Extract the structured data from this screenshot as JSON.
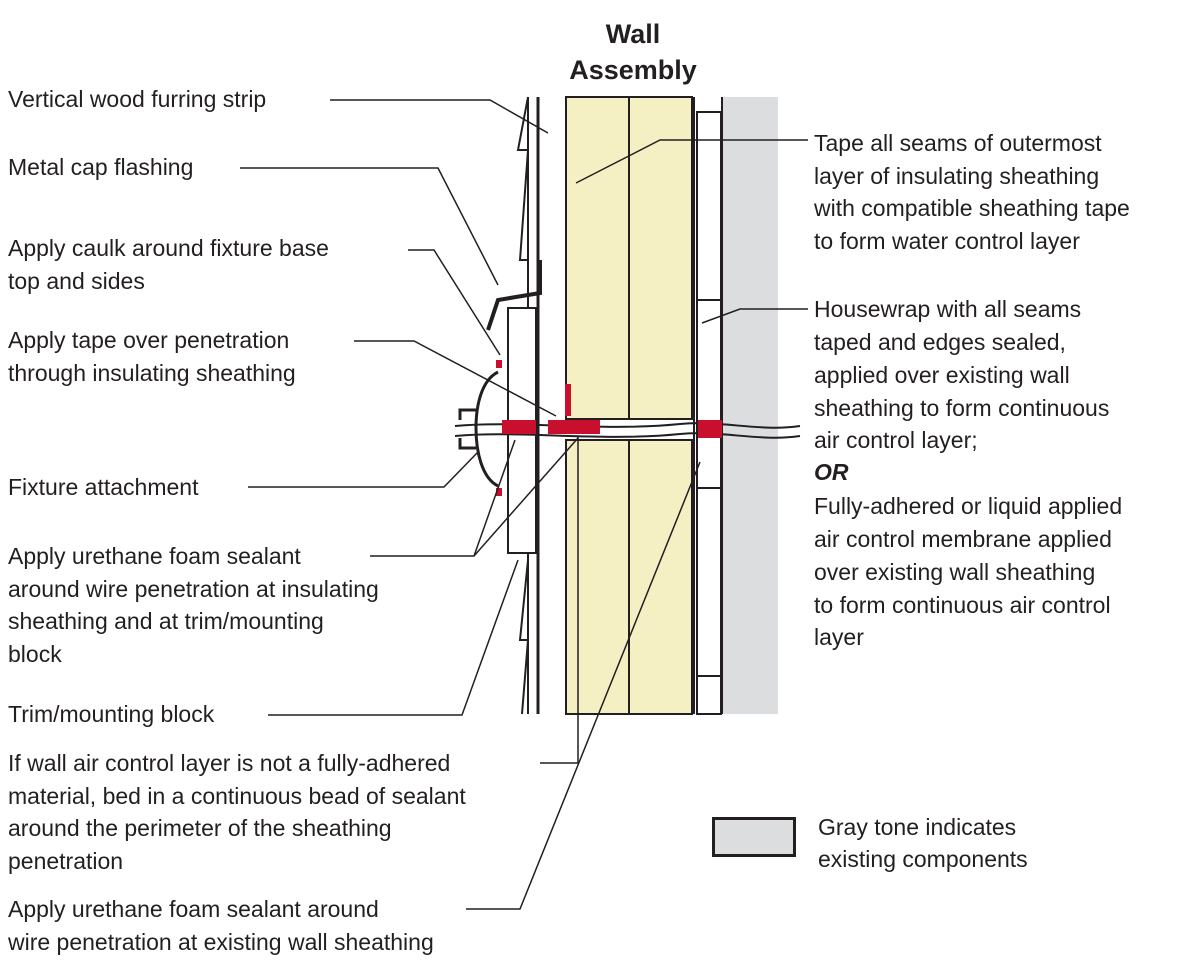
{
  "title": {
    "line1": "Wall",
    "line2": "Assembly"
  },
  "labels": {
    "furring_strip": "Vertical wood furring strip",
    "cap_flashing": "Metal cap flashing",
    "caulk_1": "Apply caulk around fixture base",
    "caulk_2": "top and sides",
    "tape_1": "Apply tape over penetration",
    "tape_2": "through insulating sheathing",
    "fixture_attachment": "Fixture attachment",
    "urethane_1": "Apply urethane foam sealant",
    "urethane_2": "around wire penetration at insulating",
    "urethane_3": "sheathing and at trim/mounting",
    "urethane_4": "block",
    "trim_block": "Trim/mounting block",
    "bead_1": "If wall air control layer is not a fully-adhered",
    "bead_2": "material, bed in a continuous bead of sealant",
    "bead_3": "around the perimeter of the sheathing",
    "bead_4": "penetration",
    "existing_1": "Apply urethane foam sealant around",
    "existing_2": "wire penetration at existing wall sheathing",
    "tape_seams_1": "Tape all seams of outermost",
    "tape_seams_2": "layer of insulating sheathing",
    "tape_seams_3": "with compatible sheathing tape",
    "tape_seams_4": "to form water control layer",
    "housewrap_1": "Housewrap with all seams",
    "housewrap_2": "taped and edges sealed,",
    "housewrap_3": "applied over existing wall",
    "housewrap_4": "sheathing to form continuous",
    "housewrap_5": "air control layer;",
    "housewrap_or": "OR",
    "membrane_1": "Fully-adhered or liquid applied",
    "membrane_2": "air control membrane applied",
    "membrane_3": "over existing wall sheathing",
    "membrane_4": "to form continuous air control",
    "membrane_5": "layer"
  },
  "legend": {
    "text_1": "Gray tone indicates",
    "text_2": "existing components"
  },
  "colors": {
    "insulation": "#f5efc4",
    "existing_gray": "#dcdddf",
    "sealant_red": "#c8102e",
    "line": "#231f20"
  }
}
